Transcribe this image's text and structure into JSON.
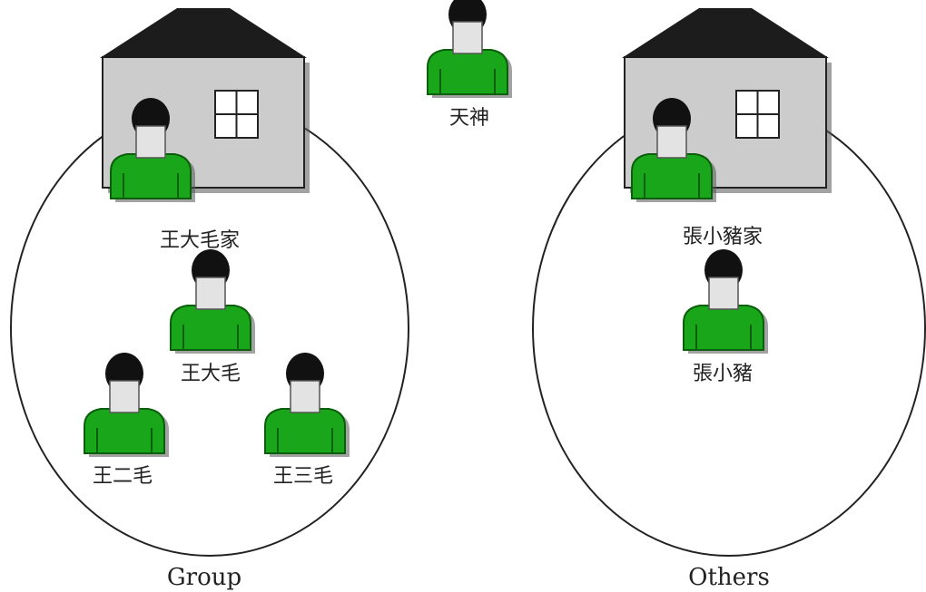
{
  "labels": {
    "god": "天神",
    "house_left": "王大毛家",
    "house_right": "張小豬家",
    "user_wang_damao": "王大毛",
    "user_wang_ermao": "王二毛",
    "user_wang_sanmao": "王三毛",
    "user_zhang_xiaozhu": "張小豬",
    "group_caption": "Group",
    "others_caption": "Others"
  },
  "icons": {
    "house": "house-icon",
    "person": "person-icon"
  },
  "colors": {
    "shirt": "#1aa61a",
    "shirt_dark": "#0b5e0b",
    "roof": "#1c1c1c",
    "wall": "#cccccc",
    "hair": "#111111",
    "face": "#e3e3e3",
    "outline": "#222222"
  }
}
